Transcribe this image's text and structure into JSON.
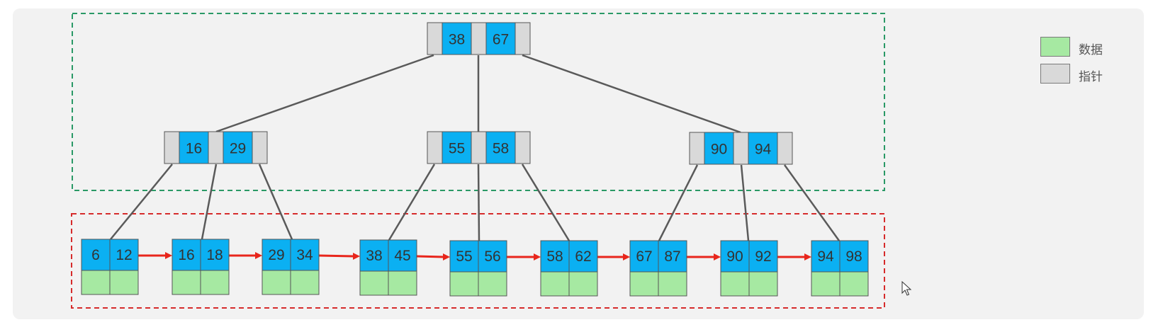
{
  "colors": {
    "key": "#0bb0f2",
    "pointer": "#d9d9d9",
    "data": "#a6e9a2",
    "edge": "#5a5a5a",
    "leaf_link": "#e8261c",
    "index_region_border": "#2a9966",
    "leaf_region_border": "#d62b2b"
  },
  "legend": [
    {
      "label": "数据",
      "color": "#a6e9a2"
    },
    {
      "label": "指针",
      "color": "#d9d9d9"
    }
  ],
  "tree": {
    "root": {
      "keys": [
        "38",
        "67"
      ]
    },
    "internal": [
      {
        "keys": [
          "16",
          "29"
        ]
      },
      {
        "keys": [
          "55",
          "58"
        ]
      },
      {
        "keys": [
          "90",
          "94"
        ]
      }
    ],
    "leaves": [
      {
        "keys": [
          "6",
          "12"
        ]
      },
      {
        "keys": [
          "16",
          "18"
        ]
      },
      {
        "keys": [
          "29",
          "34"
        ]
      },
      {
        "keys": [
          "38",
          "45"
        ]
      },
      {
        "keys": [
          "55",
          "56"
        ]
      },
      {
        "keys": [
          "58",
          "62"
        ]
      },
      {
        "keys": [
          "67",
          "87"
        ]
      },
      {
        "keys": [
          "90",
          "92"
        ]
      },
      {
        "keys": [
          "94",
          "98"
        ]
      }
    ]
  },
  "icons": {
    "cursor": "mouse-pointer-icon"
  }
}
